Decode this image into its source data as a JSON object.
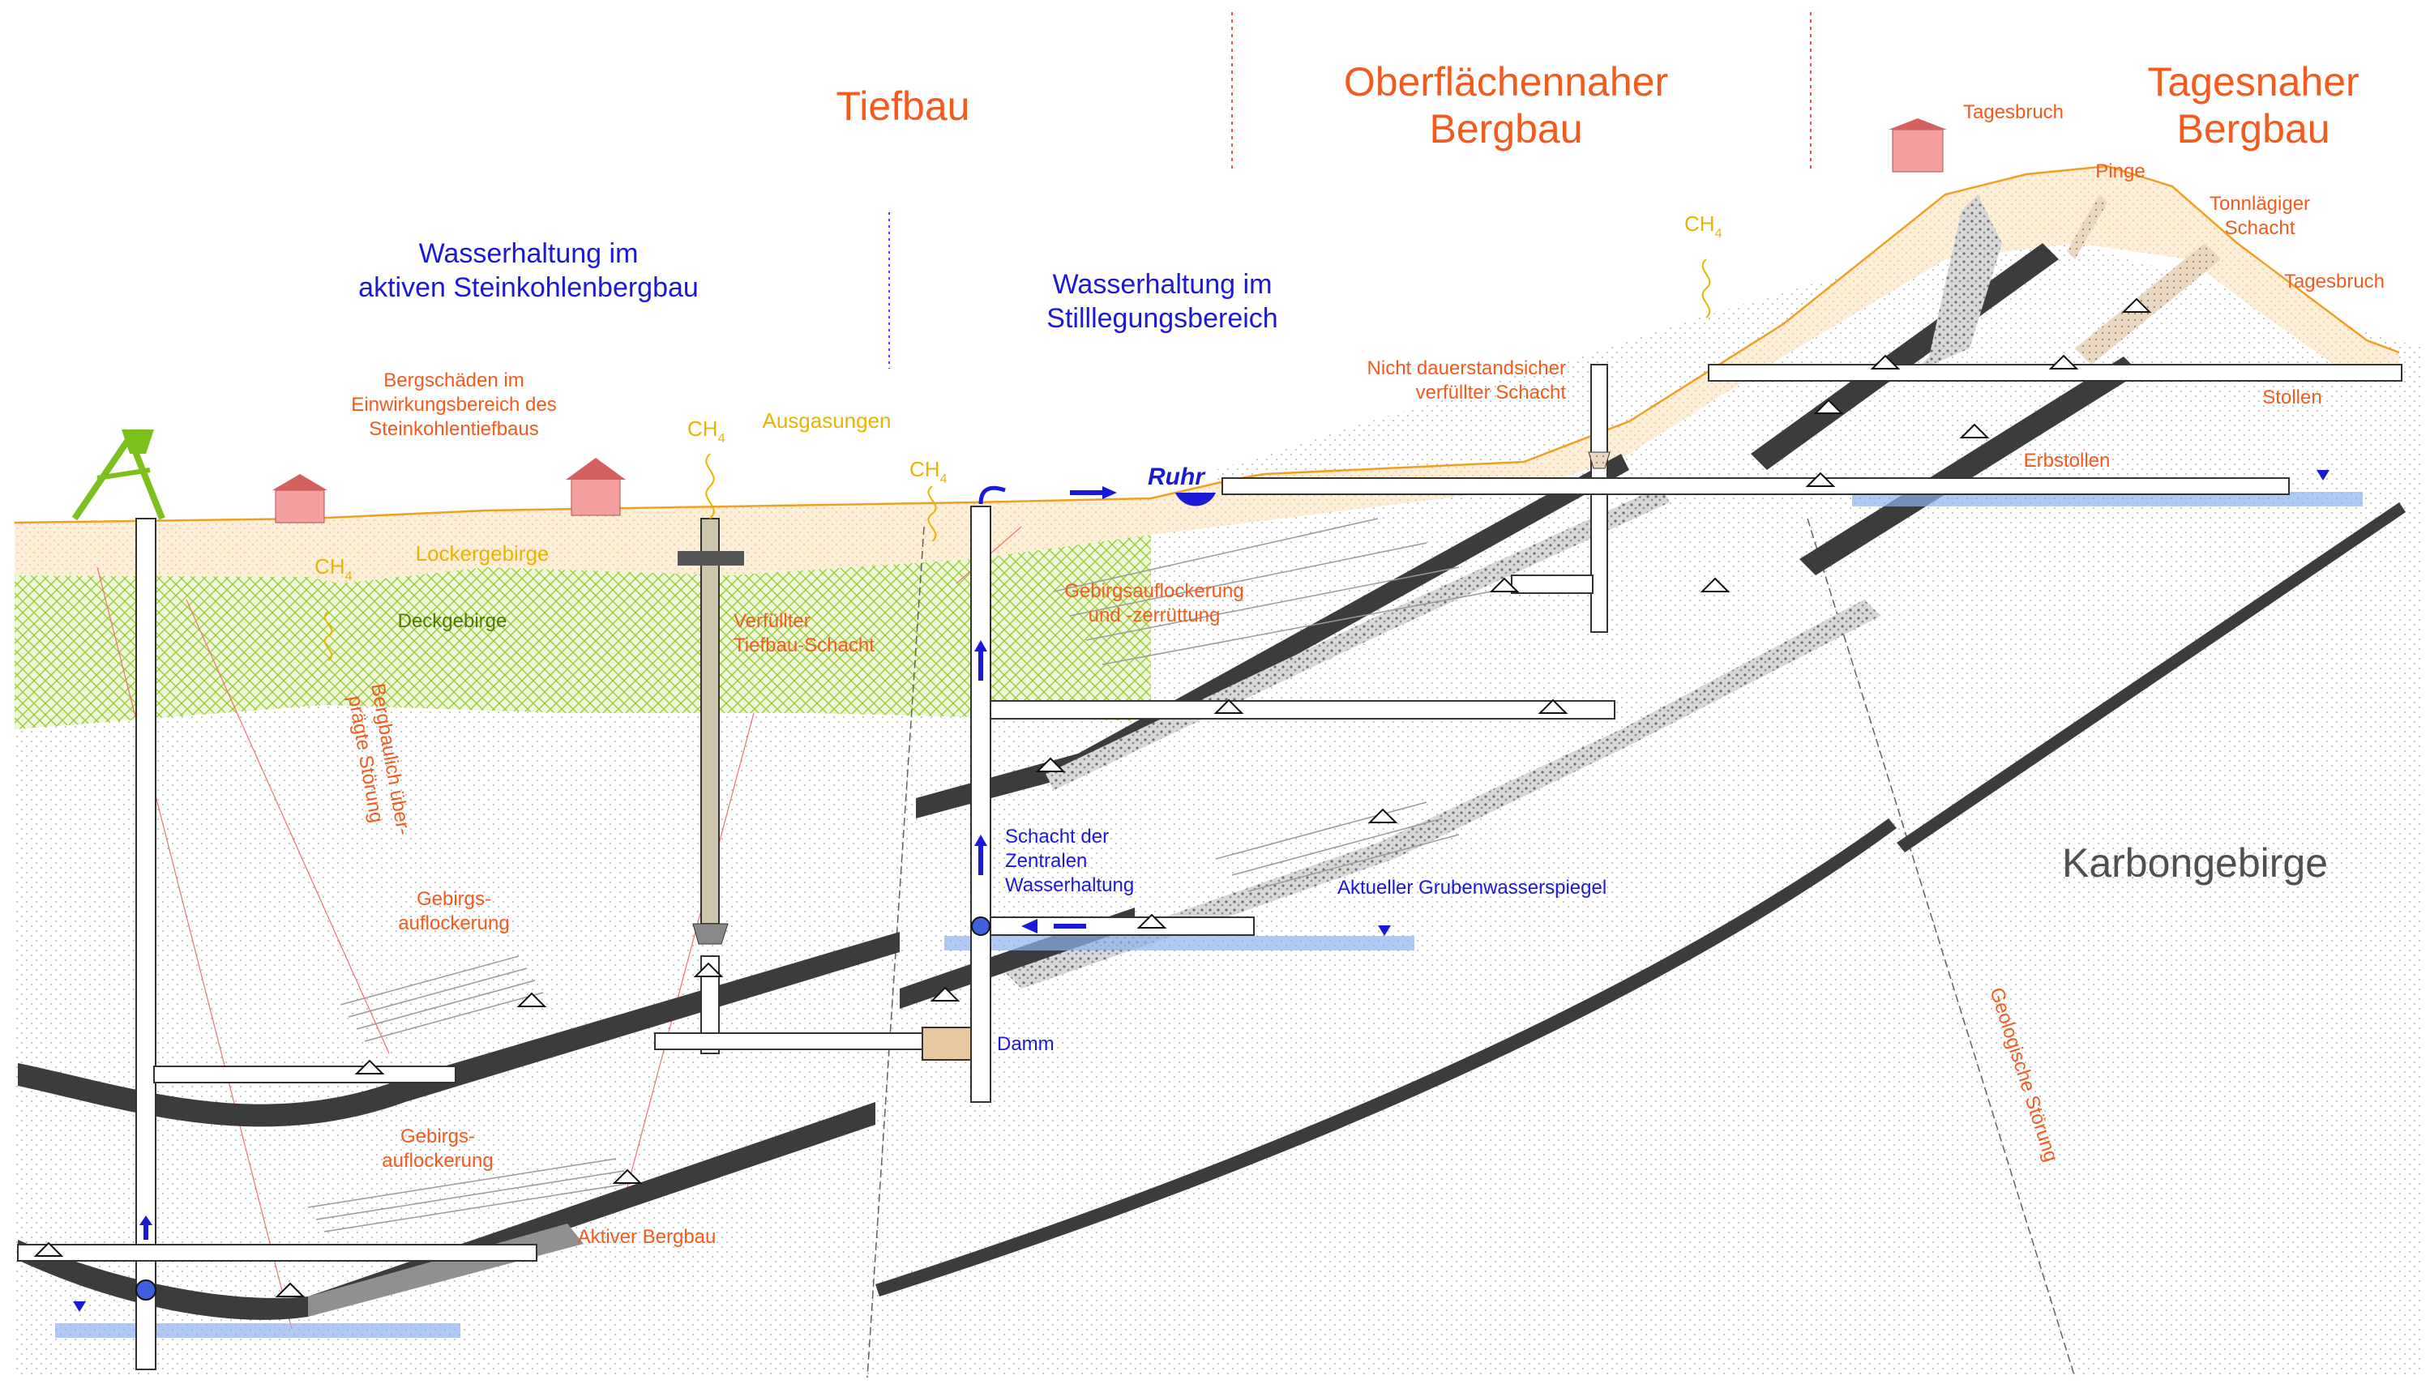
{
  "headings": {
    "tiefbau": "Tiefbau",
    "oberflaechennah_1": "Oberflächennaher",
    "oberflaechennah_2": "Bergbau",
    "tagesnah_1": "Tagesnaher",
    "tagesnah_2": "Bergbau"
  },
  "zones": {
    "aktiv_1": "Wasserhaltung im",
    "aktiv_2": "aktiven Steinkohlenbergbau",
    "still_1": "Wasserhaltung im",
    "still_2": "Stilllegungsbereich"
  },
  "labels": {
    "bergschaeden_1": "Bergschäden im",
    "bergschaeden_2": "Einwirkungsbereich des",
    "bergschaeden_3": "Steinkohlentiefbaus",
    "ausgasungen": "Ausgasungen",
    "lockergebirge": "Lockergebirge",
    "deckgebirge": "Deckgebirge",
    "stoerung_1": "Bergbaulich über-",
    "stoerung_2": "prägte Störung",
    "verfuellt_1": "Verfüllter",
    "verfuellt_2": "Tiefbau-Schacht",
    "gebirgsauflockerung_1": "Gebirgsauflockerung",
    "gebirgsauflockerung_2": "und -zerrüttung",
    "gebirgs_a1": "Gebirgs-",
    "gebirgs_a2": "auflockerung",
    "gebirgs_b1": "Gebirgs-",
    "gebirgs_b2": "auflockerung",
    "aktiver_bergbau": "Aktiver Bergbau",
    "nicht_dauer_1": "Nicht dauerstandsicher",
    "nicht_dauer_2": "verfüllter Schacht",
    "tagesbruch_1": "Tagesbruch",
    "tagesbruch_2": "Tagesbruch",
    "pinge": "Pinge",
    "tonnlaeg_1": "Tonnlägiger",
    "tonnlaeg_2": "Schacht",
    "stollen": "Stollen",
    "erbstollen": "Erbstollen",
    "geologische_stoerung": "Geologische Störung",
    "karbongebirge": "Karbongebirge",
    "schacht_1": "Schacht der",
    "schacht_2": "Zentralen",
    "schacht_3": "Wasserhaltung",
    "grubenwasser": "Aktueller Grubenwasserspiegel",
    "damm": "Damm",
    "ruhr": "Ruhr",
    "ch4": "CH",
    "ch4_sub": "4"
  },
  "colors": {
    "heading_orange": "#f25a1e",
    "water_blue": "#1a1ad6",
    "gas_yellow": "#e8b400",
    "deckgebirge_green": "#9acd32",
    "lockergebirge_tan": "#fbe6c8",
    "seam": "#3c3c3c",
    "water_level": "#8fb2f0",
    "rig_green": "#7cc01e"
  }
}
